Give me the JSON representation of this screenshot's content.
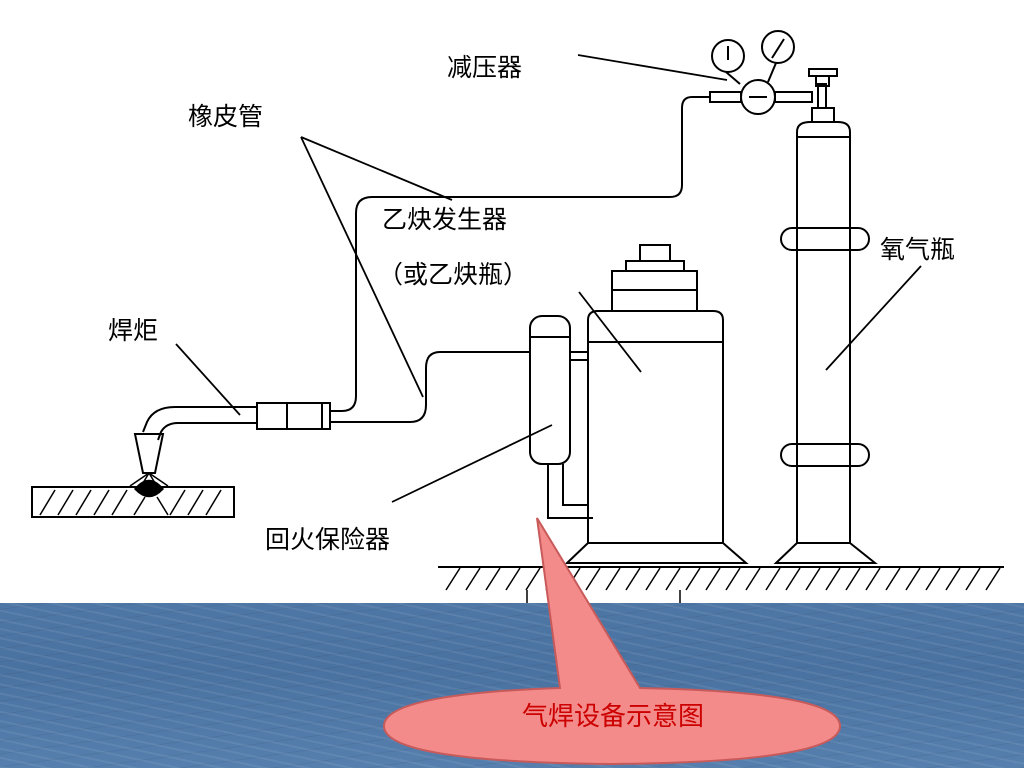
{
  "labels": {
    "reducer": "减压器",
    "rubber_hose": "橡皮管",
    "acetylene_generator": "乙炔发生器",
    "acetylene_bottle": "（或乙炔瓶）",
    "oxygen_bottle": "氧气瓶",
    "torch": "焊炬",
    "flashback_arrestor": "回火保险器"
  },
  "callout": {
    "title": "气焊设备示意图",
    "fill_color": "#f48b8b",
    "text_color": "#cc0000"
  },
  "band_color": "#4f77a6"
}
